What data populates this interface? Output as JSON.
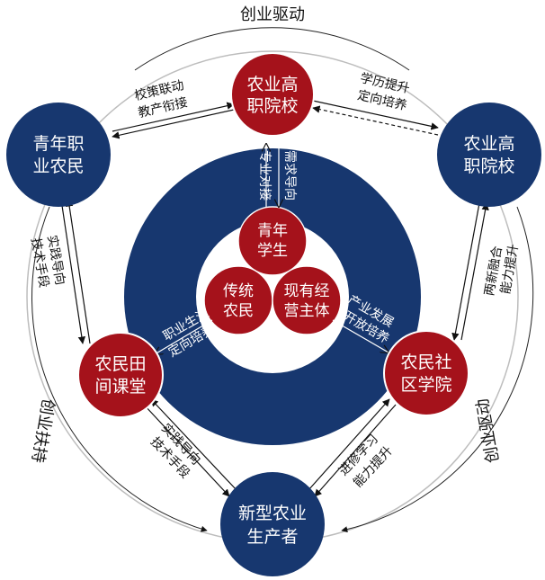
{
  "colors": {
    "navy": "#17376f",
    "red": "#a5121b",
    "ring_stroke": "#bdbdbd"
  },
  "outer_labels": {
    "top": "创业驱动",
    "left": "创业扶持",
    "right": "创业驱动"
  },
  "nodes": {
    "school_top": {
      "line1": "农业高",
      "line2": "职院校"
    },
    "youth_farmer": {
      "line1": "青年职",
      "line2": "业农民"
    },
    "school_right": {
      "line1": "农业高",
      "line2": "职院校"
    },
    "field_class": {
      "line1": "农民田",
      "line2": "间课堂"
    },
    "community_college": {
      "line1": "农民社",
      "line2": "区学院"
    },
    "new_producer": {
      "line1": "新型农业",
      "line2": "生产者"
    }
  },
  "inner": {
    "youth_student": {
      "line1": "青年",
      "line2": "学生"
    },
    "traditional_farmer": {
      "line1": "传统",
      "line2": "农民"
    },
    "operators": {
      "line1": "现有经",
      "line2": "营主体"
    }
  },
  "ring_labels": {
    "top_a": "专业对接",
    "top_b": "需求导向",
    "left_a": "职业生涯",
    "left_b": "定向培养",
    "right_a": "产业发展",
    "right_b": "开放培养"
  },
  "edge_labels": {
    "top_left_a": "校策联动",
    "top_left_b": "教产衔接",
    "top_right_a": "学历提升",
    "top_right_b": "定向培养",
    "left_a": "实践导向",
    "left_b": "技术手段",
    "right_a": "两新融合",
    "right_b": "能力提升",
    "bottom_left_a": "实践导向",
    "bottom_left_b": "技术手段",
    "bottom_right_a": "进修学习",
    "bottom_right_b": "能力提升"
  }
}
